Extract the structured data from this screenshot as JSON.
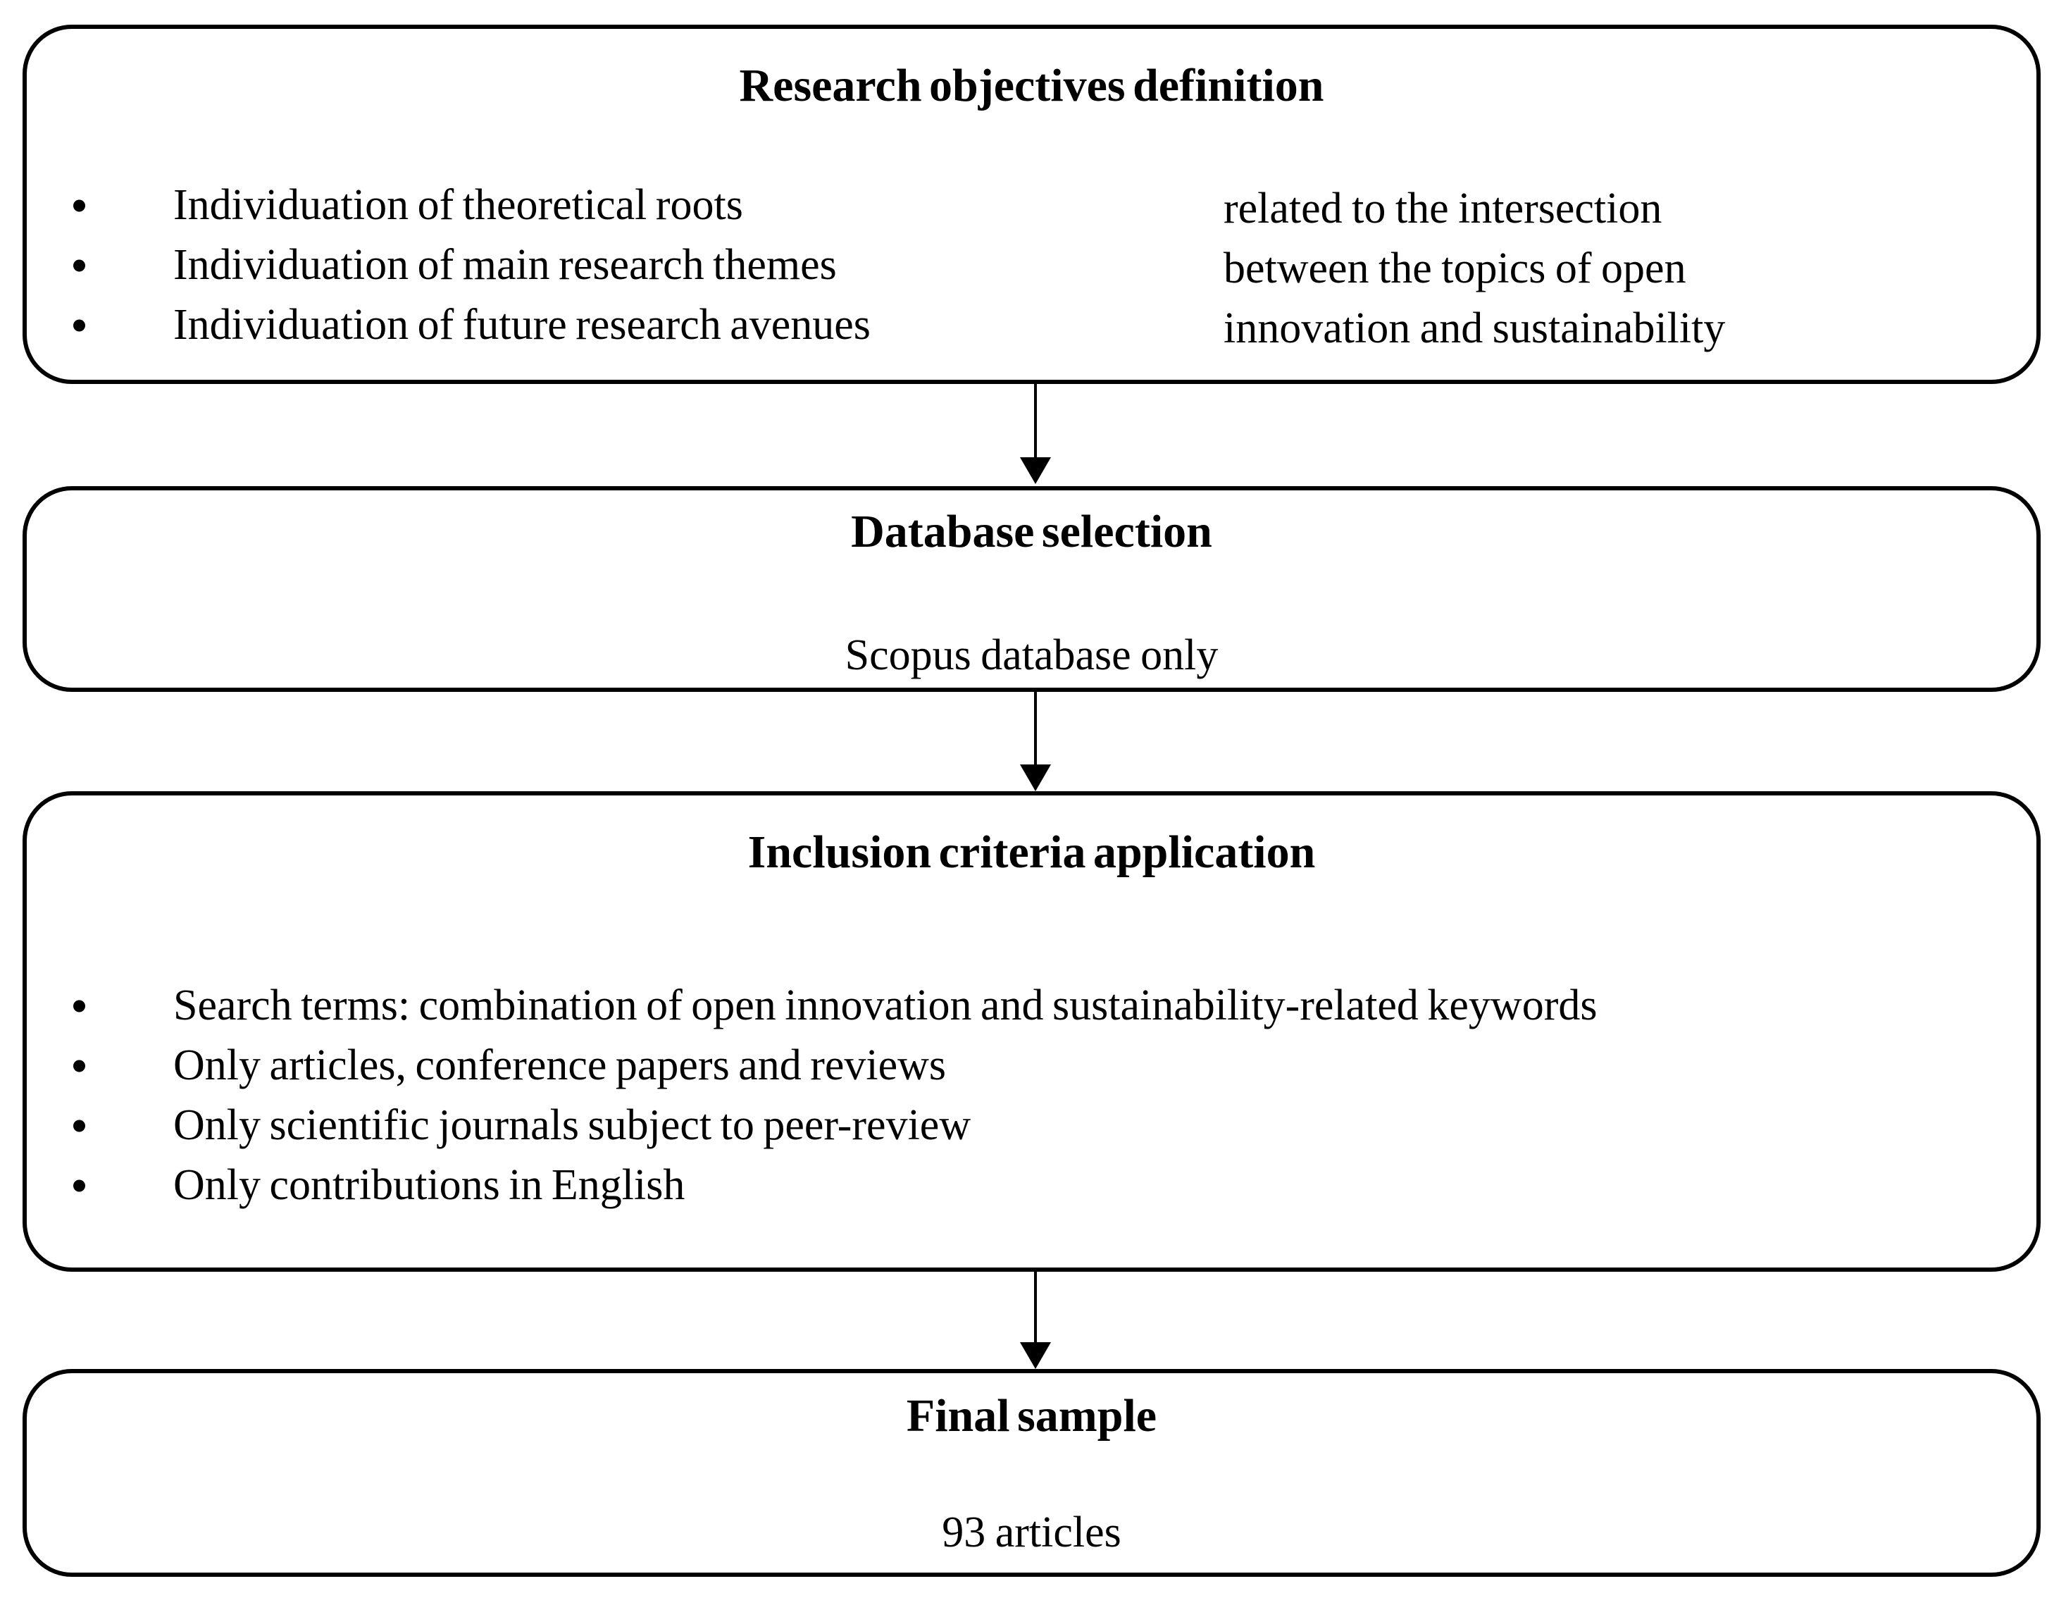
{
  "diagram": {
    "colors": {
      "border": "#000000",
      "text": "#000000",
      "background": "#ffffff"
    },
    "boxes": [
      {
        "title": "Research objectives definition",
        "bullets": [
          "Individuation of theoretical roots",
          "Individuation of main research themes",
          "Individuation of future research avenues"
        ],
        "side_note_lines": [
          "related to the intersection",
          "between the topics of open",
          "innovation and sustainability"
        ]
      },
      {
        "title": "Database selection",
        "body": "Scopus database only"
      },
      {
        "title": "Inclusion criteria application",
        "bullets": [
          "Search terms: combination of open innovation and sustainability-related keywords",
          "Only articles, conference papers and reviews",
          "Only scientific journals subject to peer-review",
          "Only contributions in English"
        ]
      },
      {
        "title": "Final sample",
        "body": "93 articles"
      }
    ]
  }
}
